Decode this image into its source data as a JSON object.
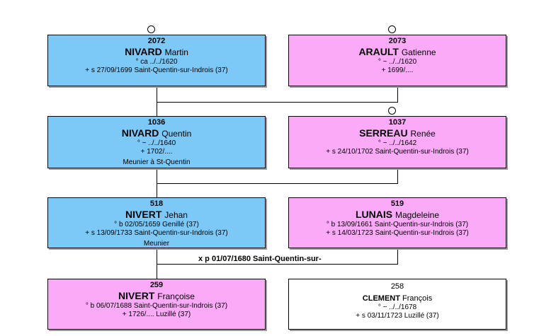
{
  "persons": [
    {
      "number": "2072",
      "surname": "NIVARD",
      "given": "Martin",
      "lines": [
        "° ca ../../1620",
        "+ s 27/09/1699 Saint-Quentin-sur-Indrois (37)"
      ]
    },
    {
      "number": "2073",
      "surname": "ARAULT",
      "given": "Gatienne",
      "lines": [
        "° ~ ../../1620",
        "+ 1699/...."
      ]
    },
    {
      "number": "1036",
      "surname": "NIVARD",
      "given": "Quentin",
      "lines": [
        "° ~ ../../1640",
        "+ 1702/....",
        "Meunier à St-Quentin"
      ]
    },
    {
      "number": "1037",
      "surname": "SERREAU",
      "given": "Renée",
      "lines": [
        "° ~ ../../1642",
        "+ s 24/10/1702 Saint-Quentin-sur-Indrois (37)"
      ]
    },
    {
      "number": "518",
      "surname": "NIVERT",
      "given": "Jehan",
      "lines": [
        "° b 02/05/1659 Genillé (37)",
        "+ s 13/09/1733 Saint-Quentin-sur-Indrois (37)",
        "Meunier"
      ]
    },
    {
      "number": "519",
      "surname": "LUNAIS",
      "given": "Magdeleine",
      "lines": [
        "° b 13/09/1661 Saint-Quentin-sur-Indrois (37)",
        "+ s 14/03/1723 Saint-Quentin-sur-Indrois (37)"
      ]
    },
    {
      "number": "259",
      "surname": "NIVERT",
      "given": "Françoise",
      "lines": [
        "° b 06/07/1688 Saint-Quentin-sur-Indrois (37)",
        "+ 1726/.... Luzillé (37)"
      ]
    },
    {
      "number": "258",
      "surname": "CLEMENT",
      "given": "François",
      "lines": [
        "° ~ ../../1678",
        "+ s 03/11/1723 Luzillé (37)"
      ]
    }
  ],
  "marriage_label": "x p 01/07/1680 Saint-Quentin-sur-",
  "colors": {
    "male": "#7cc8f6",
    "female": "#fbaaf8",
    "neutral": "#ffffff"
  }
}
